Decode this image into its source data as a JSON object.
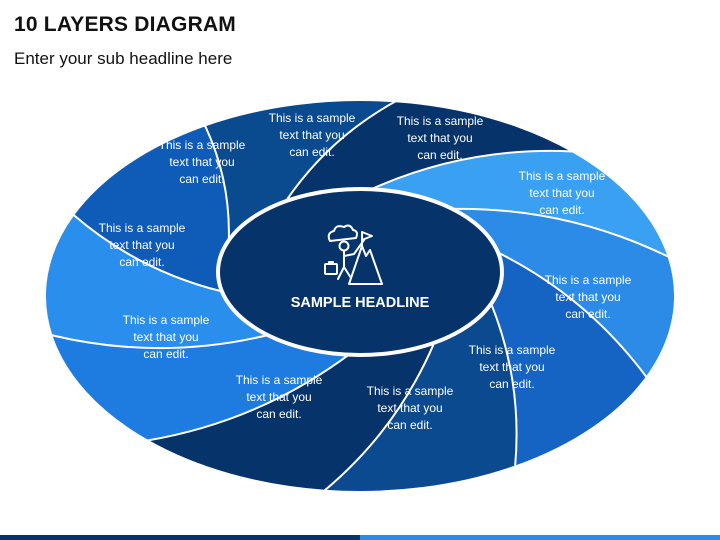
{
  "title": "10 LAYERS DIAGRAM",
  "subtitle": "Enter your sub headline here",
  "center": {
    "headline": "SAMPLE HEADLINE",
    "icon": "mountain-climber-flag-icon"
  },
  "segments": [
    {
      "lines": [
        "This is a sample",
        "text that you",
        "can edit."
      ],
      "color": "#0a4a8e"
    },
    {
      "lines": [
        "This is a sample",
        "text that you",
        "can edit."
      ],
      "color": "#07336b"
    },
    {
      "lines": [
        "This is a sample",
        "text that you",
        "can edit."
      ],
      "color": "#3aa0f2"
    },
    {
      "lines": [
        "This is a sample",
        "text that you",
        "can edit."
      ],
      "color": "#2b8be6"
    },
    {
      "lines": [
        "This is a sample",
        "text that you",
        "can edit."
      ],
      "color": "#1563c2"
    },
    {
      "lines": [
        "This is a sample",
        "text that you",
        "can edit."
      ],
      "color": "#0c4a8f"
    },
    {
      "lines": [
        "This is a sample",
        "text that you",
        "can edit."
      ],
      "color": "#07336b"
    },
    {
      "lines": [
        "This is a sample",
        "text that you",
        "can edit."
      ],
      "color": "#1e7be0"
    },
    {
      "lines": [
        "This is a sample",
        "text that you",
        "can edit."
      ],
      "color": "#2a8fec"
    },
    {
      "lines": [
        "This is a sample",
        "text that you",
        "can edit."
      ],
      "color": "#0f5bb8"
    }
  ],
  "colors": {
    "center_fill": "#07336b",
    "outline": "#ffffff"
  }
}
